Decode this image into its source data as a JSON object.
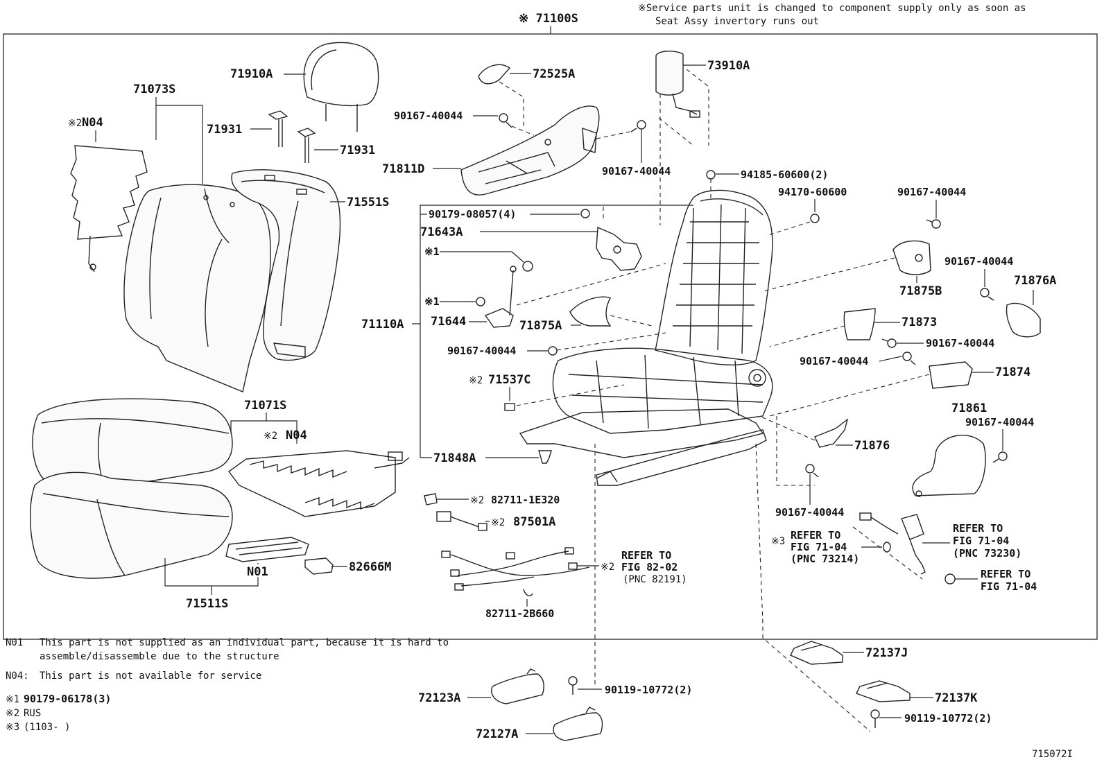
{
  "header": {
    "main_assembly": "※ 71100S",
    "service_note_line1": "※Service parts unit is changed to component supply only as soon as",
    "service_note_line2": "Seat Assy invertory runs out"
  },
  "parts": {
    "p71910A": "71910A",
    "p71073S": "71073S",
    "p_n04_top": "N04",
    "p_n04_top_mark": "※2",
    "p71931a": "71931",
    "p71931b": "71931",
    "p71551S": "71551S",
    "p72525A": "72525A",
    "p73910A": "73910A",
    "p90167_a": "90167-40044",
    "p71811D": "71811D",
    "p90167_b": "90167-40044",
    "p94185": "94185-60600(2)",
    "p94170": "94170-60600",
    "p90167_c": "90167-40044",
    "p90179_08057": "90179-08057(4)",
    "p71643A": "71643A",
    "p_x1a": "※1",
    "p_x1b": "※1",
    "p71644": "71644",
    "p71110A": "71110A",
    "p71875A": "71875A",
    "p71875B": "71875B",
    "p90167_d": "90167-40044",
    "p71876A": "71876A",
    "p90167_e": "90167-40044",
    "p71873": "71873",
    "p90167_f": "90167-40044",
    "p90167_g": "90167-40044",
    "p71874": "71874",
    "p71537C": "71537C",
    "p71537C_mark": "※2",
    "p71861": "71861",
    "p90167_h": "90167-40044",
    "p71071S": "71071S",
    "p_n04_mid": "N04",
    "p_n04_mid_mark": "※2",
    "p71876": "71876",
    "p71848A": "71848A",
    "p82711_1E320": "82711-1E320",
    "p82711_1E320_mark": "※2",
    "p87501A": "87501A",
    "p87501A_mark": "※2",
    "p90167_i": "90167-40044",
    "p82666M": "82666M",
    "pN01": "N01",
    "p71511S": "71511S",
    "p82711_2B660": "82711-2B660",
    "refer_82_02_l1": "REFER TO",
    "refer_82_02_l2": "FIG 82-02",
    "refer_82_02_l3": "(PNC 82191)",
    "refer_82_02_mark": "※2",
    "refer_73214_l1": "REFER TO",
    "refer_73214_l2": "FIG 71-04",
    "refer_73214_l3": "(PNC 73214)",
    "refer_73214_mark": "※3",
    "refer_73230_l1": "REFER TO",
    "refer_73230_l2": "FIG 71-04",
    "refer_73230_l3": "(PNC 73230)",
    "refer_7104_l1": "REFER TO",
    "refer_7104_l2": "FIG 71-04",
    "p72137J": "72137J",
    "p72137K": "72137K",
    "p72123A": "72123A",
    "p90119_a": "90119-10772(2)",
    "p90119_b": "90119-10772(2)",
    "p72127A": "72127A"
  },
  "notes": {
    "n01_code": "N01",
    "n01_line1": "This part is not supplied as an individual part,  because it is hard to",
    "n01_line2": "assemble/disassemble due to the structure",
    "n04_code": "N04:",
    "n04_text": "This part is not available for service",
    "x1_code": "※1",
    "x1_text": "90179-06178(3)",
    "x2_code": "※2",
    "x2_text": "RUS",
    "x3_code": "※3",
    "x3_text": "(1103-     )"
  },
  "figure_id": "715072I"
}
